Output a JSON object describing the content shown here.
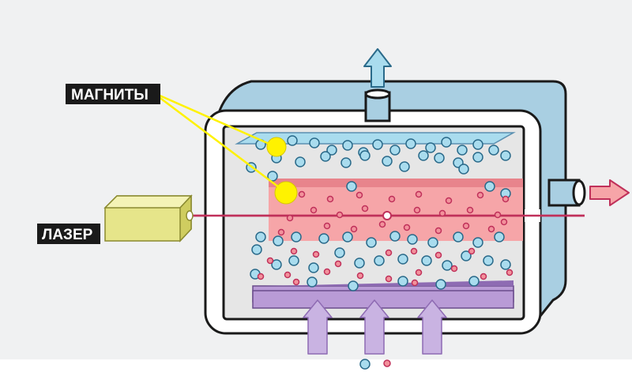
{
  "labels": {
    "magnets": "МАГНИТЫ",
    "laser": "ЛАЗЕР"
  },
  "colors": {
    "background": "#f0f1f2",
    "outer_shell": "#a9cfe2",
    "inner_chamber": "#e6e6e6",
    "magnet": "#fff200",
    "laser_box": "#e6e58a",
    "laser_beam": "#c0305a",
    "ion_region": "#f6a5a8",
    "heater_plate": "#b99bd6",
    "blue_particle": "#a9dcee",
    "red_particle": "#f2919b",
    "label_bg": "#1a1a1a",
    "label_text": "#ffffff"
  },
  "legend_particles": [
    "blue-particle",
    "red-particle"
  ]
}
